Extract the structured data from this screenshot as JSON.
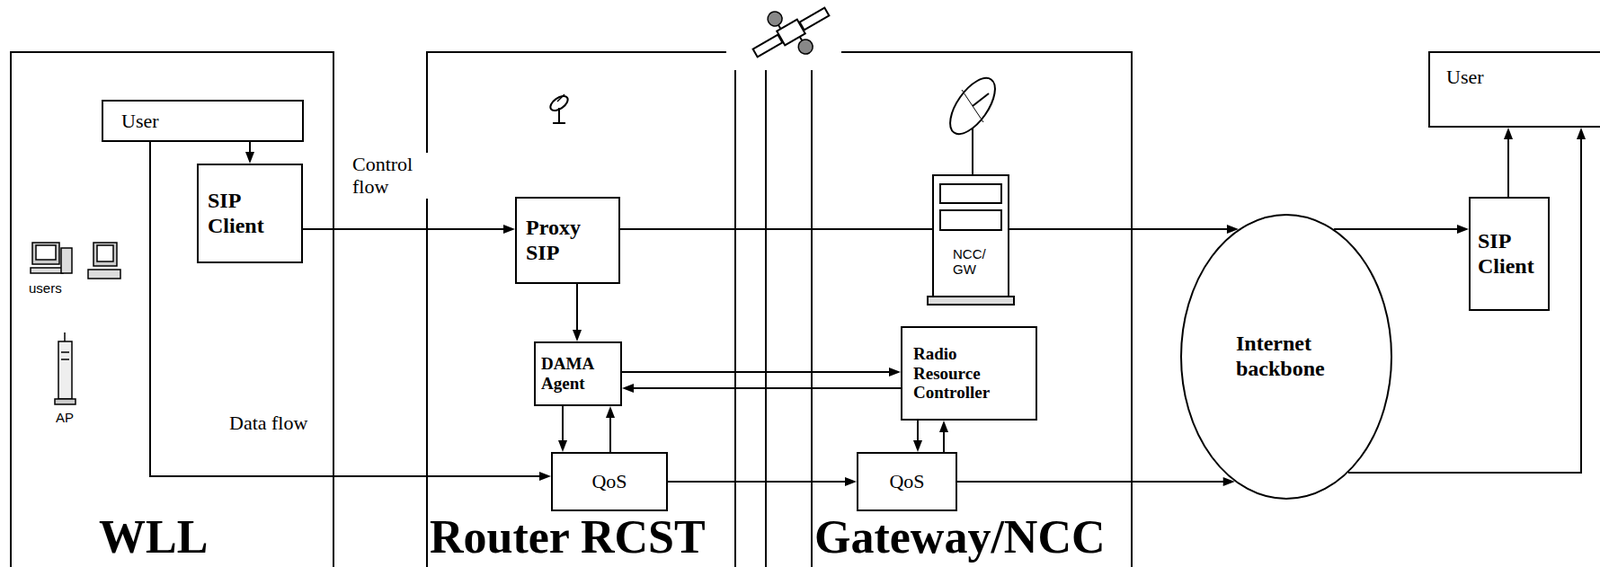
{
  "diagram": {
    "nodes": [
      {
        "text": [
          "WLL"
        ]
      },
      {
        "text": [
          "User"
        ],
        "in": 0
      },
      {
        "text": [
          "SIP Client"
        ],
        "in": 0
      },
      {
        "text": [
          "Router RCST"
        ]
      },
      {
        "text": [
          "Proxy SIP"
        ],
        "in": 3
      },
      {
        "text": [
          "DAMA Agent"
        ],
        "in": 3
      },
      {
        "text": [
          "QoS"
        ],
        "in": 3
      },
      {
        "text": [
          "Gateway/NCC"
        ]
      },
      {
        "text": [
          "Radio Resource Controller"
        ],
        "in": 7
      },
      {
        "text": [
          "QoS"
        ],
        "in": 7
      },
      {
        "text": [
          "Internet backbone"
        ]
      },
      {
        "text": [
          "User"
        ]
      },
      {
        "text": [
          "SIP Client"
        ]
      }
    ],
    "edges": [
      {
        "from": 1,
        "to": 2,
        "arrow": "to"
      },
      {
        "from": 2,
        "to": 4,
        "arrow": "to",
        "label": "Control flow"
      },
      {
        "from": 1,
        "to": 6,
        "arrow": "to",
        "label": "Data flow"
      },
      {
        "from": 4,
        "to": 10,
        "arrow": "to"
      },
      {
        "from": 4,
        "to": 5,
        "arrow": "to"
      },
      {
        "from": 5,
        "to": 8,
        "arrow": "to"
      },
      {
        "from": 8,
        "to": 5,
        "arrow": "to"
      },
      {
        "from": 5,
        "to": 6,
        "arrow": "to"
      },
      {
        "from": 6,
        "to": 5,
        "arrow": "to"
      },
      {
        "from": 8,
        "to": 9,
        "arrow": "to"
      },
      {
        "from": 9,
        "to": 8,
        "arrow": "to"
      },
      {
        "from": 6,
        "to": 9,
        "arrow": "to"
      },
      {
        "from": 9,
        "to": 10,
        "arrow": "to"
      },
      {
        "from": 10,
        "to": 12,
        "arrow": "to"
      },
      {
        "from": 12,
        "to": 11,
        "arrow": "to"
      },
      {
        "from": 10,
        "to": 11,
        "arrow": "to"
      }
    ],
    "labels": [
      "users",
      "AP",
      "NCC/ GW"
    ]
  }
}
